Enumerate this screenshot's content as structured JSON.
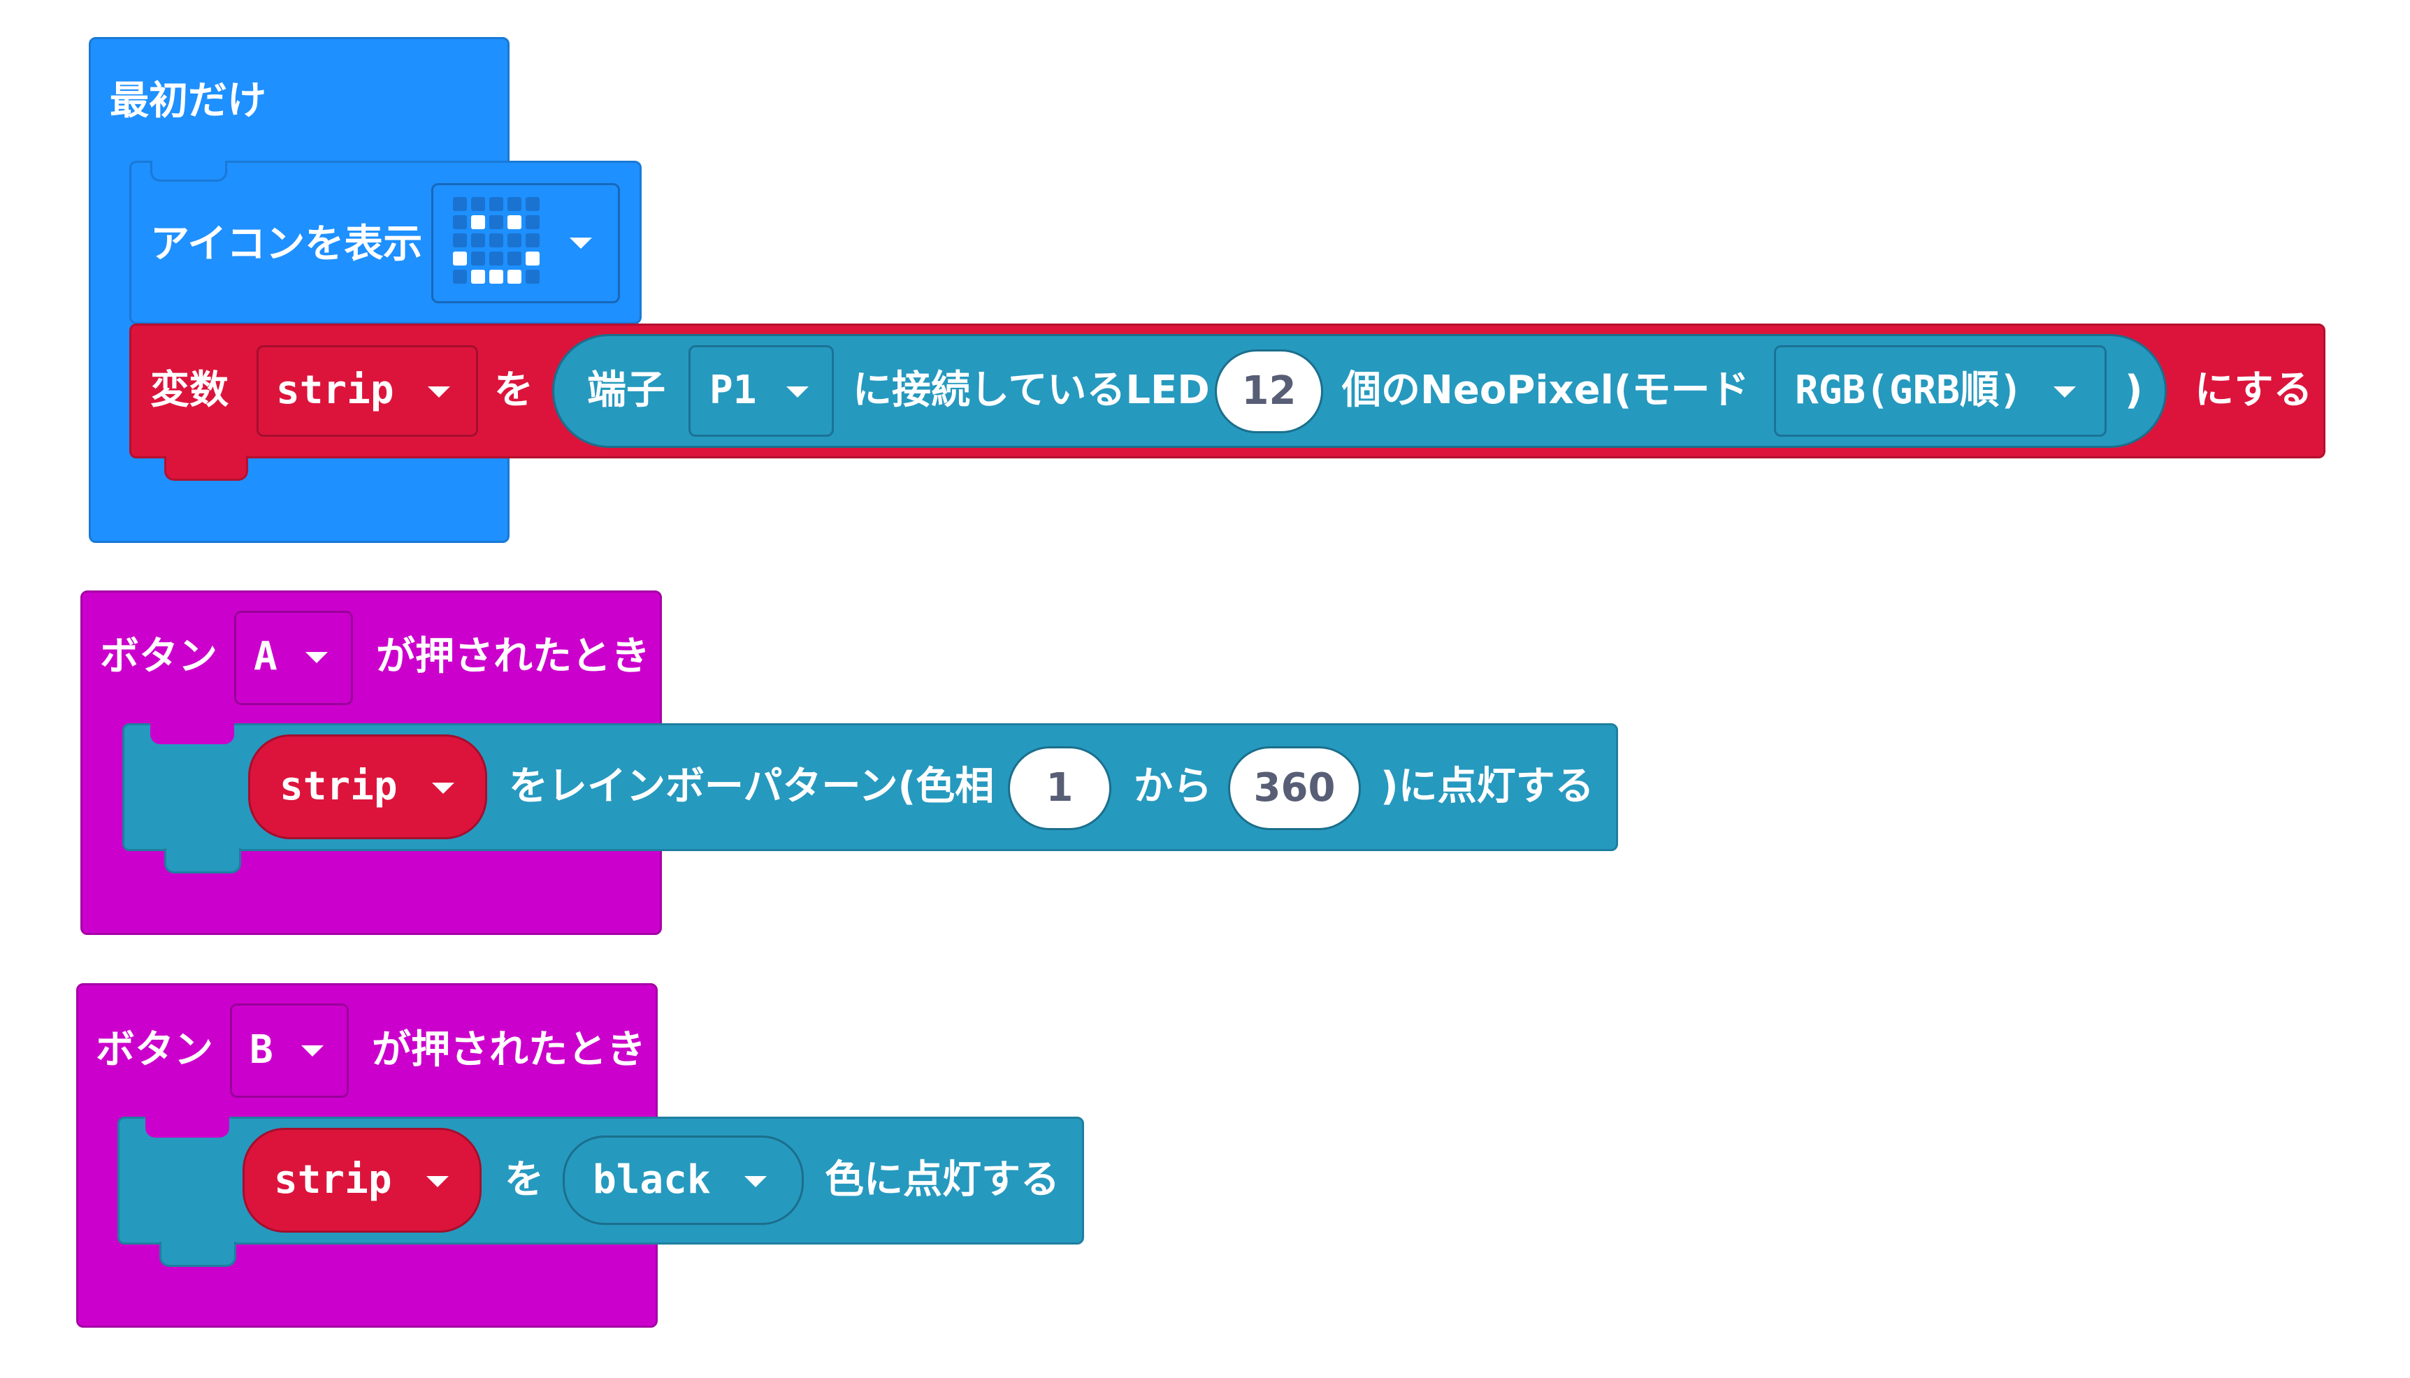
{
  "block1": {
    "hat_label": "最初だけ",
    "show_icon": {
      "label": "アイコンを表示"
    },
    "icon_leds": [
      0,
      0,
      0,
      0,
      0,
      0,
      1,
      0,
      1,
      0,
      0,
      0,
      0,
      0,
      0,
      1,
      0,
      0,
      0,
      1,
      0,
      1,
      1,
      1,
      0
    ],
    "set_var": {
      "label_var": "変数",
      "var_name": "strip",
      "label_wo": "を",
      "pin_label": "端子",
      "pin_value": "P1",
      "connected_label": "に接続しているLED",
      "led_count": "12",
      "neopixel_label": "個のNeoPixel(モード",
      "mode_value": "RGB(GRB順)",
      "paren_close": ")",
      "suffix_label": "にする"
    }
  },
  "block2": {
    "label_button": "ボタン",
    "button_value": "A",
    "label_pressed": "が押されたとき",
    "rainbow": {
      "var_name": "strip",
      "label": "をレインボーパターン(色相",
      "from_value": "1",
      "label_from": "から",
      "to_value": "360",
      "suffix": ")に点灯する"
    }
  },
  "block3": {
    "label_button": "ボタン",
    "button_value": "B",
    "label_pressed": "が押されたとき",
    "show_color": {
      "var_name": "strip",
      "label_wo": "を",
      "color_value": "black",
      "suffix": "色に点灯する"
    }
  },
  "colors": {
    "basic_blue": "#1e90ff",
    "variables_red": "#dc143c",
    "neopixel_teal": "#2699bf",
    "input_magenta": "#cc00cc",
    "led_on": "#ffffff",
    "led_off": "#1a73d0"
  }
}
